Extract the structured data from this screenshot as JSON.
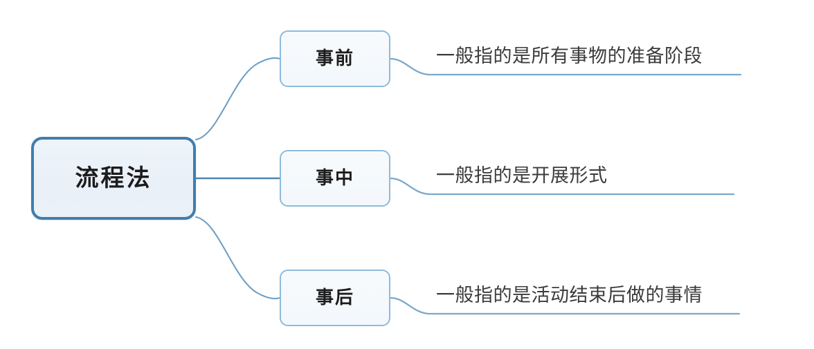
{
  "diagram": {
    "type": "mind-map",
    "title": "流程法",
    "background_color": "#ffffff",
    "root": {
      "label": "流程法",
      "border_color": "#3f7ead",
      "fill_color": "#eef4fa",
      "text_color": "#1c1c1c"
    },
    "branch_style": {
      "line_color": "#6f9fc4",
      "underline_color": "#7aa8cc",
      "node_border_color": "#8fbada",
      "node_fill_color": "#f6f9fd"
    },
    "branches": [
      {
        "node_label": "事前",
        "leaf_label": "一般指的是所有事物的准备阶段",
        "connector": "curve-up"
      },
      {
        "node_label": "事中",
        "leaf_label": "一般指的是开展形式",
        "connector": "straight"
      },
      {
        "node_label": "事后",
        "leaf_label": "一般指的是活动结束后做的事情",
        "connector": "curve-down"
      }
    ]
  }
}
